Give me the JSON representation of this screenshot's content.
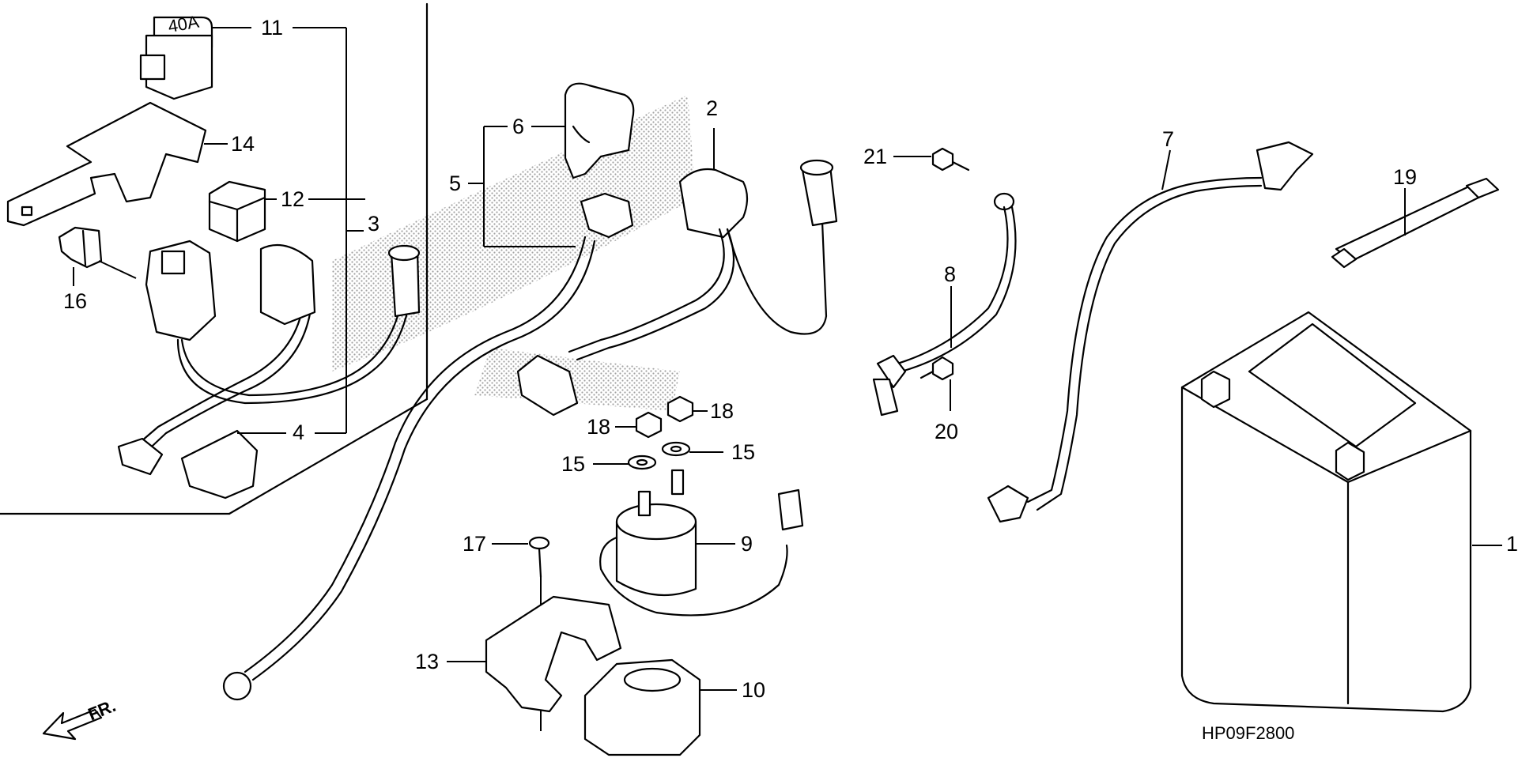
{
  "diagram_code": "HP09F2800",
  "direction_label": "FR.",
  "callouts": {
    "c1": "1",
    "c2": "2",
    "c3": "3",
    "c4": "4",
    "c5": "5",
    "c6": "6",
    "c7": "7",
    "c8": "8",
    "c9": "9",
    "c10": "10",
    "c11": "11",
    "c12": "12",
    "c13": "13",
    "c14": "14",
    "c15a": "15",
    "c15b": "15",
    "c16": "16",
    "c17": "17",
    "c18a": "18",
    "c18b": "18",
    "c19": "19",
    "c20": "20",
    "c21": "21"
  },
  "relay_marking": "40A"
}
